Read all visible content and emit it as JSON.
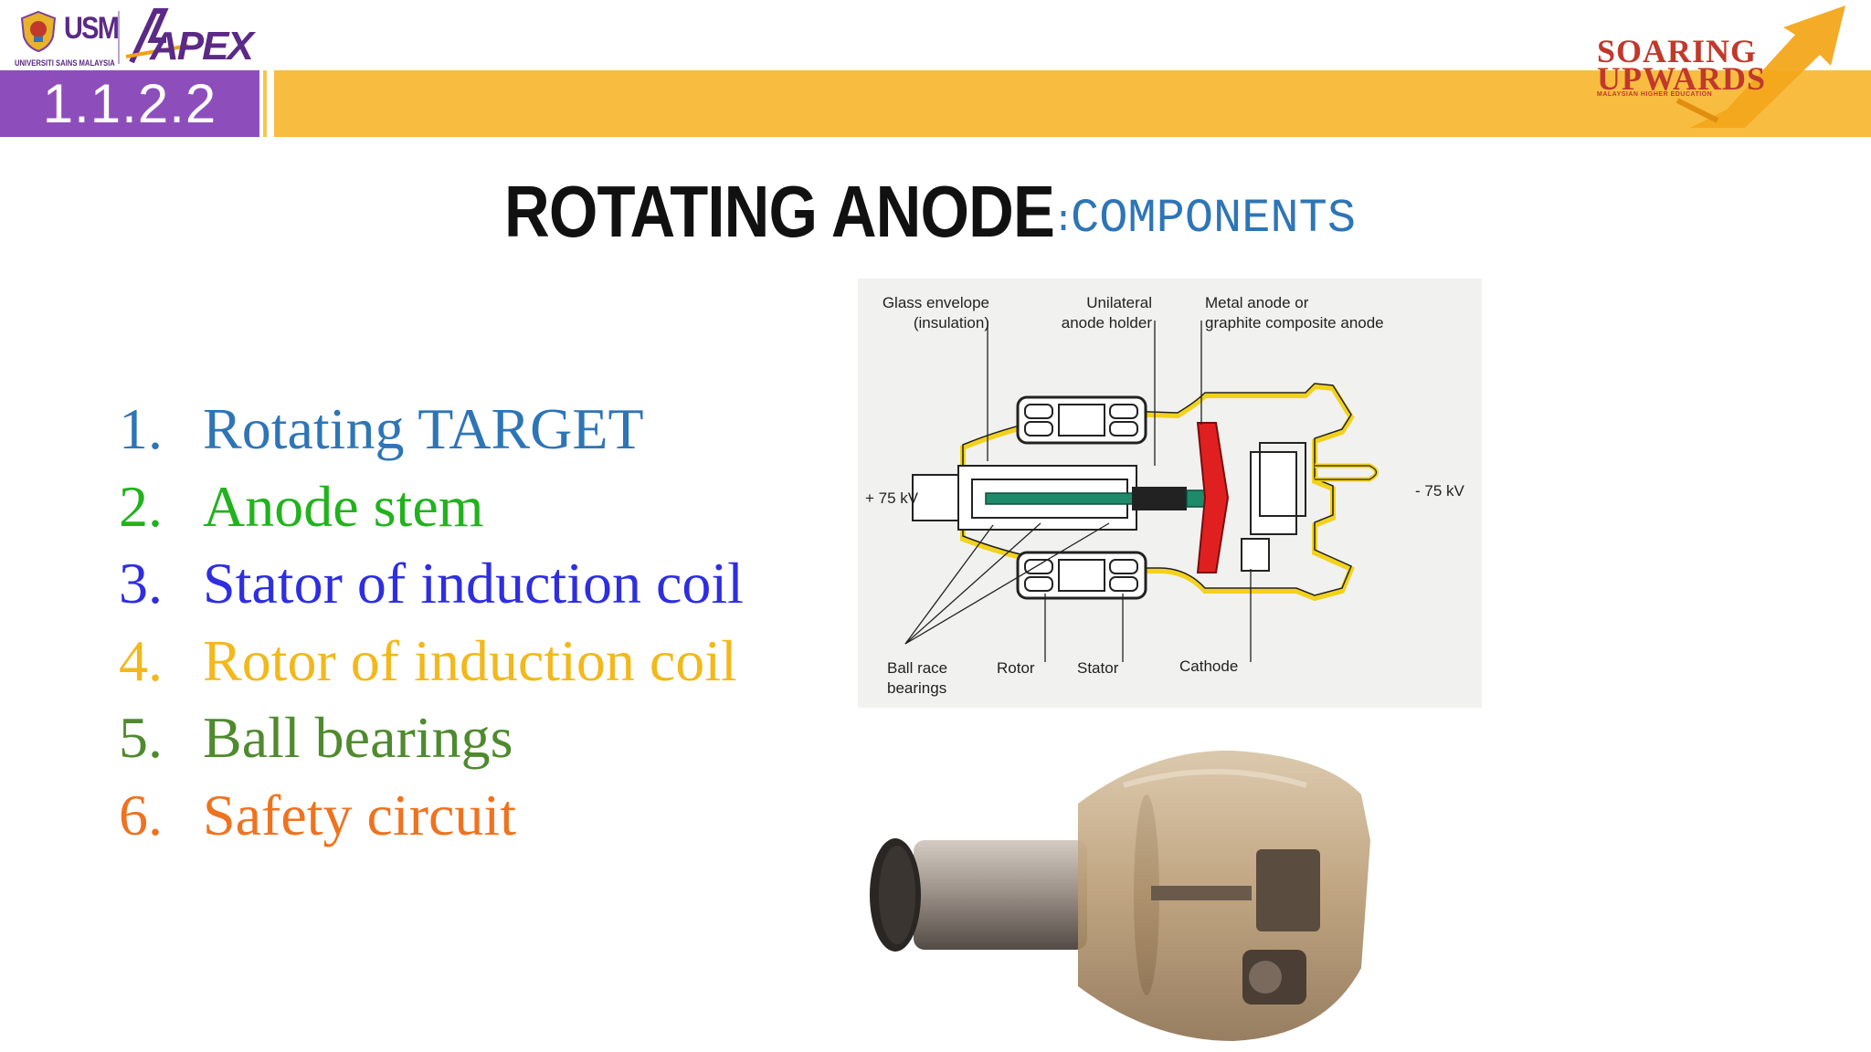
{
  "header": {
    "university_logo_text": "USM",
    "university_subtitle": "UNIVERSITI SAINS MALAYSIA",
    "apex_logo_text": "APEX",
    "section_number": "1.1.2.2",
    "soaring_line1": "SOARING",
    "soaring_line2": "UPWARDS",
    "soaring_tagline": "MALAYSIAN HIGHER EDUCATION"
  },
  "title": {
    "main": "ROTATING ANODE",
    "separator": ":",
    "sub": "COMPONENTS"
  },
  "components": [
    {
      "number": "1.",
      "label": "Rotating TARGET",
      "color": "#2e75b6"
    },
    {
      "number": "2.",
      "label": "Anode stem",
      "color": "#22b21e"
    },
    {
      "number": "3.",
      "label": "Stator of induction coil",
      "color": "#2e2ee0"
    },
    {
      "number": "4.",
      "label": "Rotor of induction coil",
      "color": "#f2b81c"
    },
    {
      "number": "5.",
      "label": "Ball bearings",
      "color": "#4f8a2e"
    },
    {
      "number": "6.",
      "label": "Safety circuit",
      "color": "#ee7320"
    }
  ],
  "diagram": {
    "labels": {
      "glass_envelope_1": "Glass envelope",
      "glass_envelope_2": "(insulation)",
      "anode_holder_1": "Unilateral",
      "anode_holder_2": "anode holder",
      "metal_anode_1": "Metal anode or",
      "metal_anode_2": "graphite composite anode",
      "plus_voltage": "+ 75 kV",
      "minus_voltage": "- 75 kV",
      "ball_race_1": "Ball race",
      "ball_race_2": "bearings",
      "rotor": "Rotor",
      "stator": "Stator",
      "cathode": "Cathode"
    }
  },
  "colors": {
    "purple": "#8d4ebb",
    "gold": "#f8bd40",
    "title_blue": "#2e75b6",
    "envelope_yellow": "#f2d21c",
    "anode_red": "#e02020",
    "stem_green": "#1f8a6a"
  }
}
